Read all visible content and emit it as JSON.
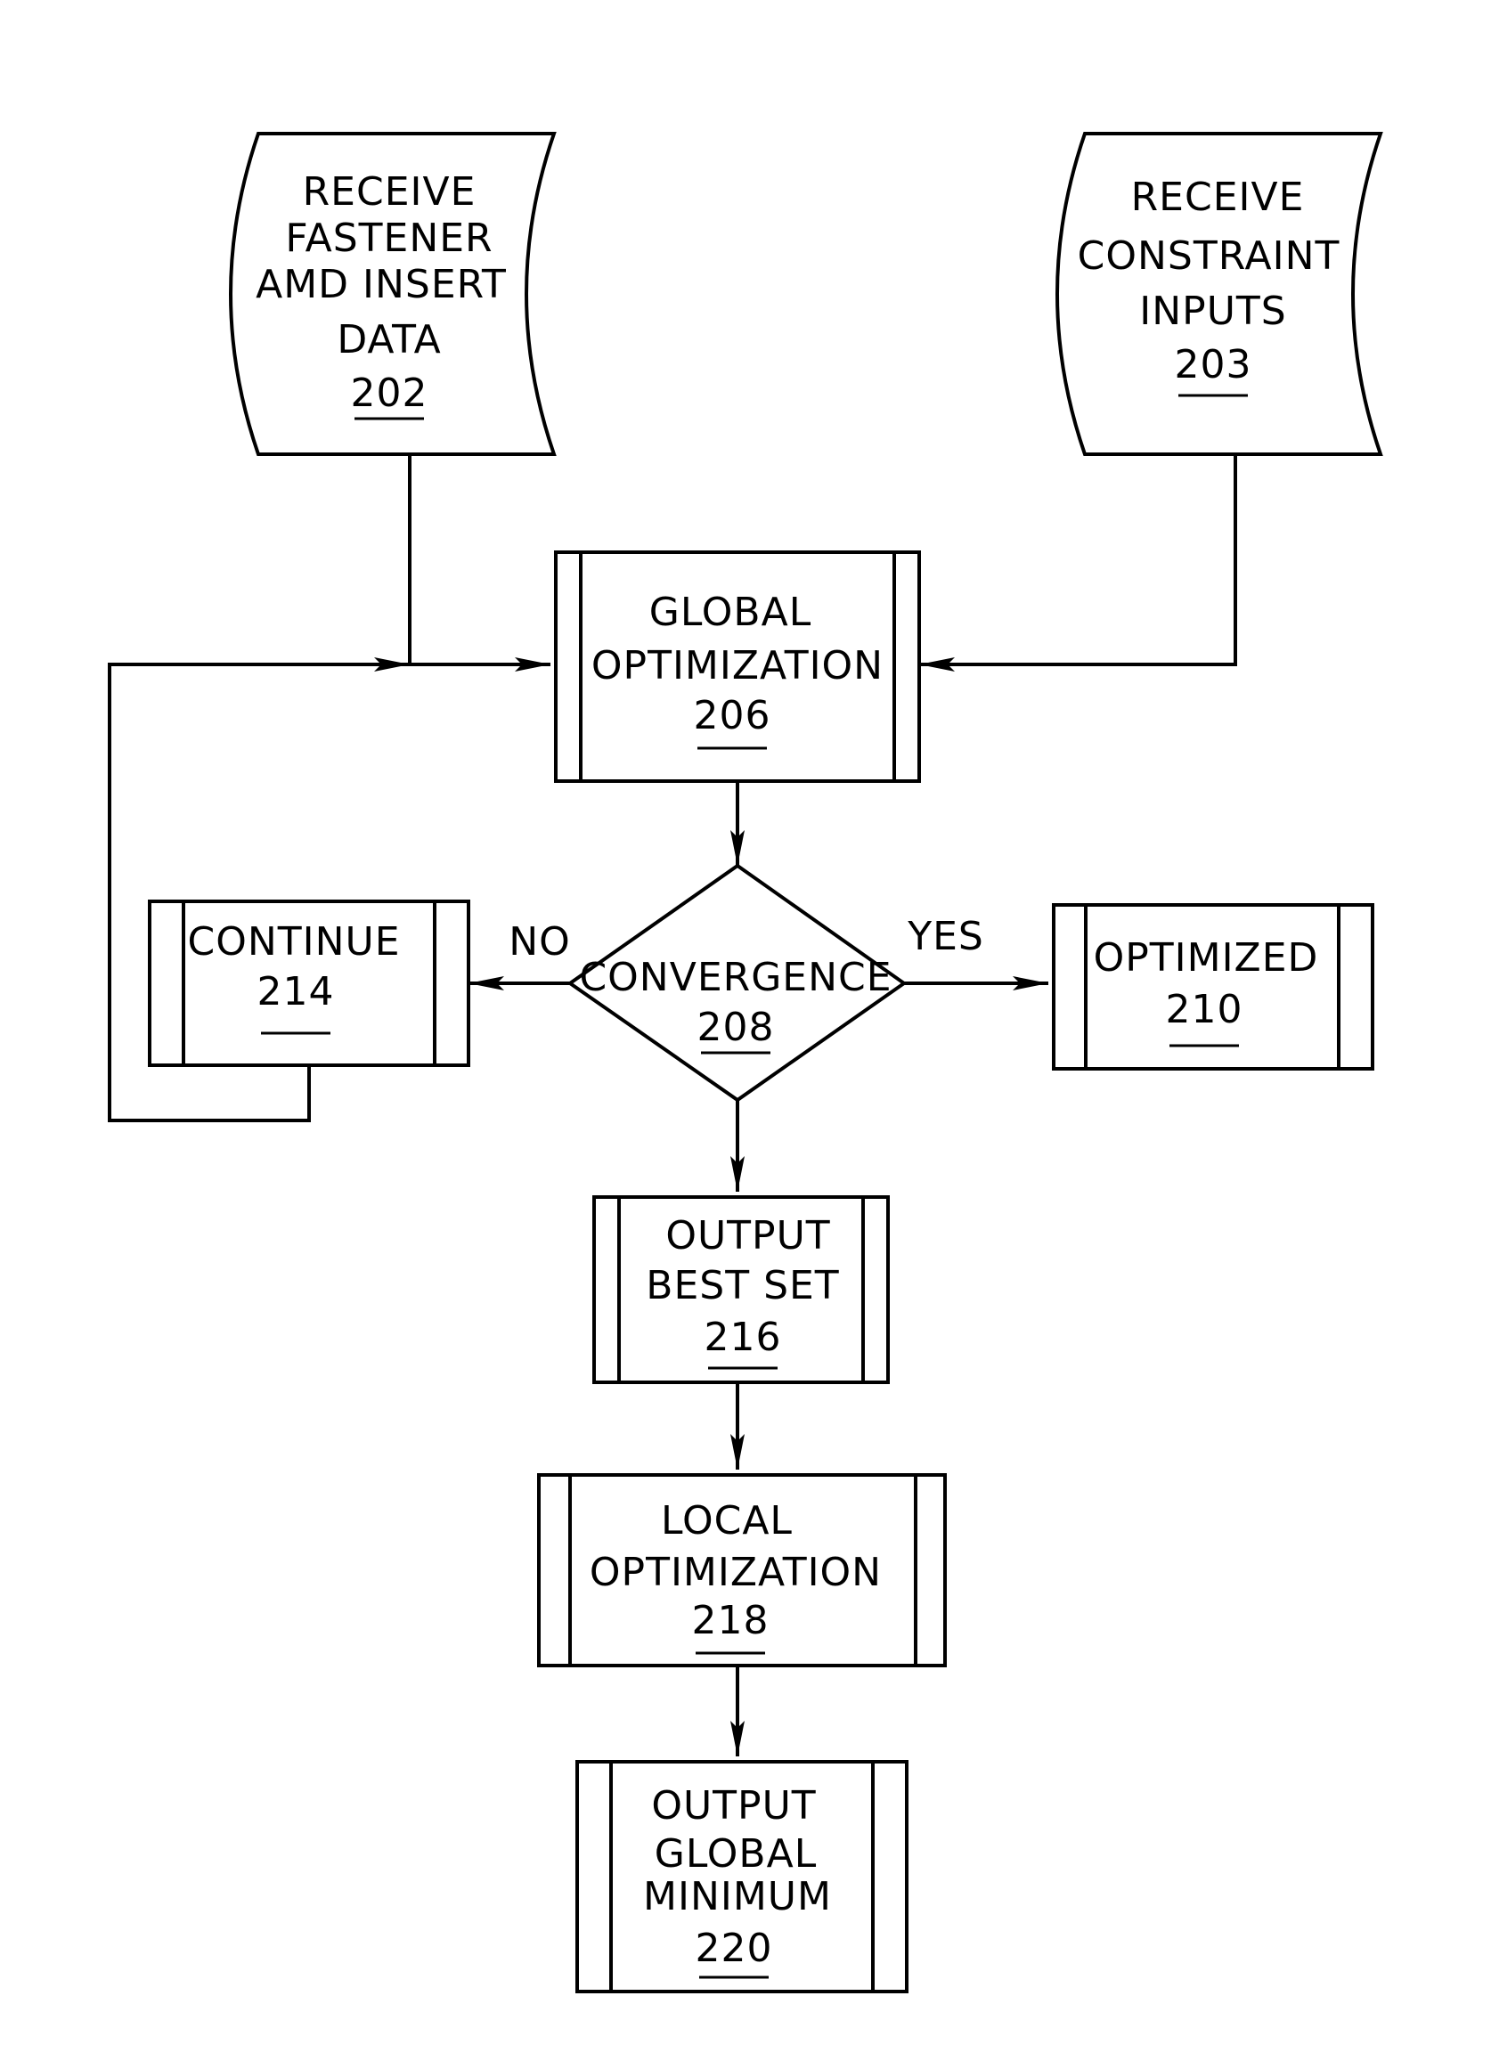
{
  "nodes": {
    "n202": {
      "lines": [
        "RECEIVE",
        "FASTENER",
        "AMD INSERT",
        "DATA"
      ],
      "ref": "202",
      "shape": "data-input"
    },
    "n203": {
      "lines": [
        "RECEIVE",
        "CONSTRAINT",
        "INPUTS"
      ],
      "ref": "203",
      "shape": "data-input"
    },
    "n206": {
      "lines": [
        "GLOBAL",
        "OPTIMIZATION"
      ],
      "ref": "206",
      "shape": "predefined-process"
    },
    "n208": {
      "lines": [
        "CONVERGENCE"
      ],
      "ref": "208",
      "shape": "decision"
    },
    "n210": {
      "lines": [
        "OPTIMIZED"
      ],
      "ref": "210",
      "shape": "predefined-process"
    },
    "n214": {
      "lines": [
        "CONTINUE"
      ],
      "ref": "214",
      "shape": "predefined-process"
    },
    "n216": {
      "lines": [
        "OUTPUT",
        "BEST SET"
      ],
      "ref": "216",
      "shape": "predefined-process"
    },
    "n218": {
      "lines": [
        "LOCAL",
        "OPTIMIZATION"
      ],
      "ref": "218",
      "shape": "predefined-process"
    },
    "n220": {
      "lines": [
        "OUTPUT",
        "GLOBAL",
        "MINIMUM"
      ],
      "ref": "220",
      "shape": "predefined-process"
    }
  },
  "edge_labels": {
    "no": "NO",
    "yes": "YES"
  },
  "edges": [
    {
      "from": "202",
      "to": "206"
    },
    {
      "from": "203",
      "to": "206"
    },
    {
      "from": "206",
      "to": "208"
    },
    {
      "from": "208",
      "to": "210",
      "label": "YES"
    },
    {
      "from": "208",
      "to": "214",
      "label": "NO"
    },
    {
      "from": "214",
      "to": "206"
    },
    {
      "from": "208",
      "to": "216"
    },
    {
      "from": "216",
      "to": "218"
    },
    {
      "from": "218",
      "to": "220"
    }
  ],
  "colors": {
    "stroke": "#000000",
    "background": "#ffffff"
  }
}
